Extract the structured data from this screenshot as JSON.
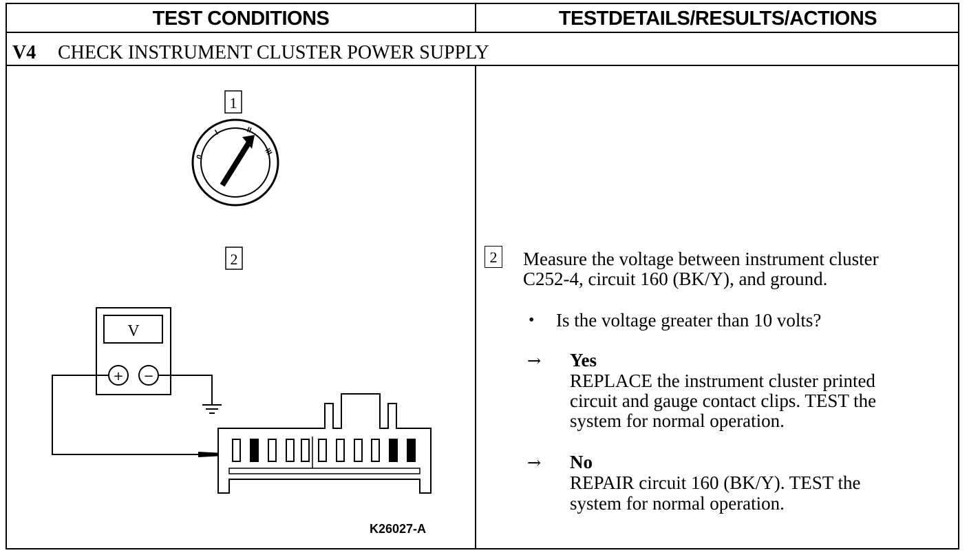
{
  "header": {
    "left": "TEST CONDITIONS",
    "right": "TESTDETAILS/RESULTS/ACTIONS"
  },
  "step": {
    "id": "V4",
    "title": "CHECK INSTRUMENT CLUSTER POWER SUPPLY"
  },
  "figure": {
    "step1_number": "1",
    "step2_number": "2",
    "meter_label": "V",
    "plus_symbol": "+",
    "minus_symbol": "−",
    "ignition_positions": [
      "0",
      "I",
      "II",
      "III"
    ],
    "figure_ref": "K26027-A"
  },
  "details": {
    "step_number": "2",
    "instruction_line1": "Measure the voltage between instrument cluster",
    "instruction_line2": "C252-4, circuit 160 (BK/Y), and ground.",
    "bullet": "•",
    "question": "Is the voltage greater than 10 volts?",
    "arrow": "→",
    "yes": {
      "label": "Yes",
      "line1": "REPLACE the instrument cluster printed",
      "line2": "circuit and gauge contact clips. TEST the",
      "line3": "system for normal operation."
    },
    "no": {
      "label": "No",
      "line1": "REPAIR circuit 160 (BK/Y). TEST the",
      "line2": "system for normal operation."
    }
  }
}
